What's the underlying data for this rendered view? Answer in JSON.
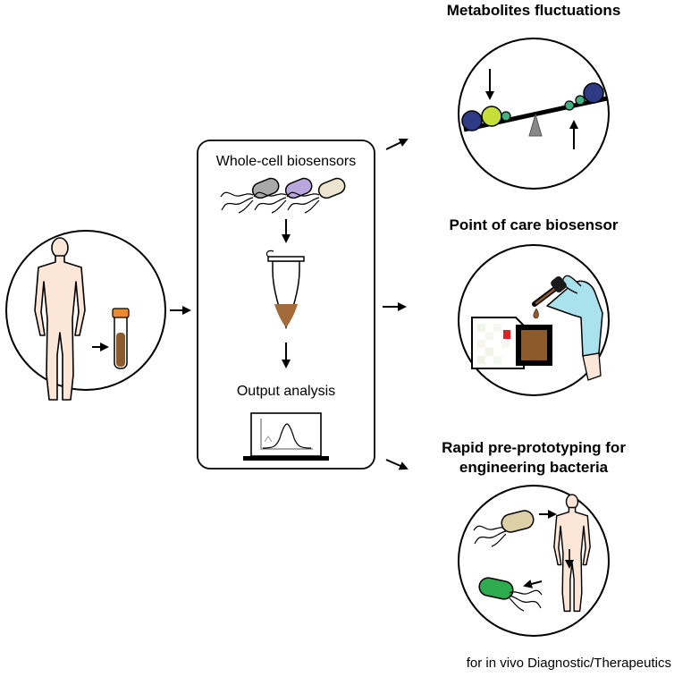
{
  "center_panel": {
    "biosensors_label": "Whole-cell biosensors",
    "output_label": "Output analysis"
  },
  "outcomes": {
    "metabolites_title": "Metabolites fluctuations",
    "poc_title": "Point of care biosensor",
    "rapid_title_line1": "Rapid pre-prototyping for",
    "rapid_title_line2": "engineering bacteria",
    "footer_note": "for in vivo Diagnostic/Therapeutics"
  },
  "colors": {
    "skin": "#fbe6d8",
    "sample_brown": "#8c5a2b",
    "tube_cap": "#ef8a2a",
    "cell_gray": "#a9a9a9",
    "cell_purple": "#b9a6dd",
    "cell_beige": "#ece4cf",
    "metabolite_navy": "#2e3b84",
    "metabolite_lime": "#c5de3a",
    "metabolite_green": "#3fb27f",
    "glove": "#a9e1ec",
    "indicator_red": "#d6252a",
    "bacteria_green": "#2eaa4f",
    "bacteria_tan": "#ddd0a6"
  },
  "icons": [
    "human-figure-icon",
    "sample-tube-icon",
    "bacteria-cell-icon",
    "eppendorf-tube-icon",
    "monitor-curve-icon",
    "seesaw-icon",
    "dropper-hand-icon",
    "test-strip-icon",
    "arrow-icon"
  ]
}
